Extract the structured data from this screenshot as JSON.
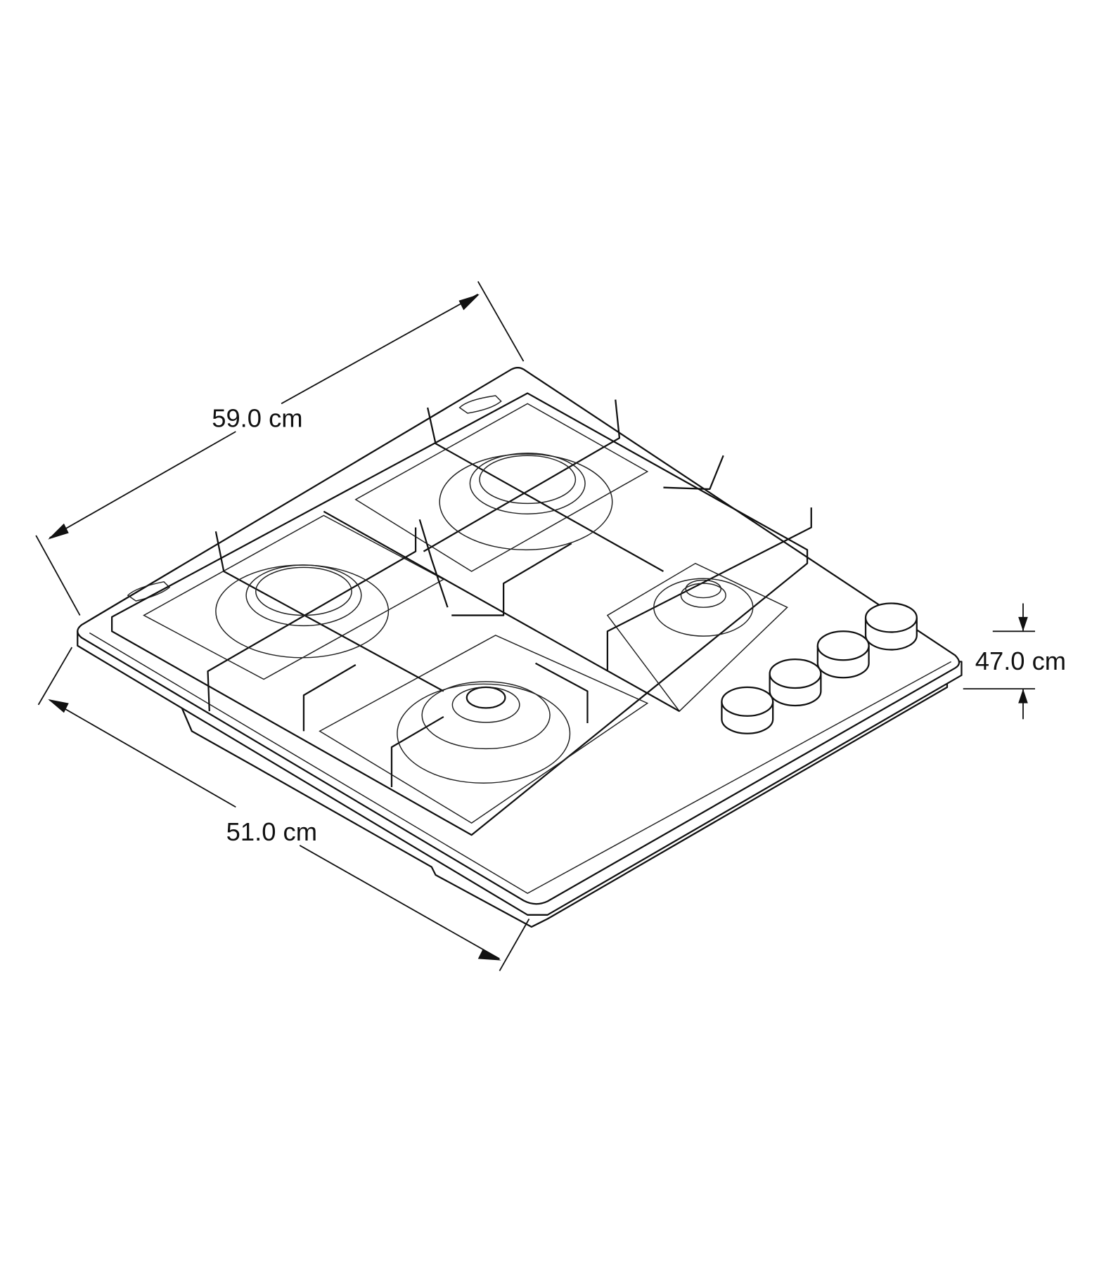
{
  "dimensions": {
    "width_label": "59.0 cm",
    "depth_label": "51.0 cm",
    "height_label": "47.0 cm"
  },
  "hob": {
    "burners": 4,
    "knobs": 4
  }
}
